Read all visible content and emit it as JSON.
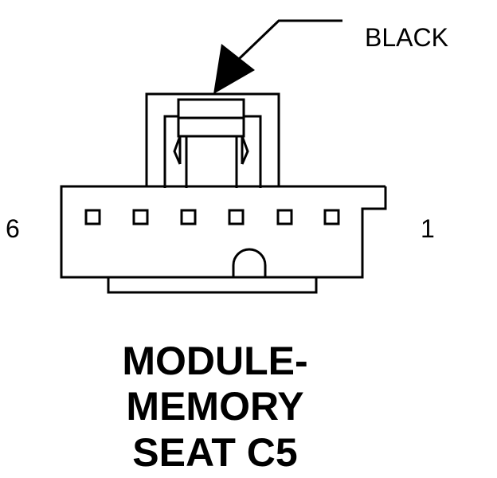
{
  "callout": {
    "color_label": "BLACK"
  },
  "pins": {
    "left_label": "6",
    "right_label": "1",
    "cavity_count": 6
  },
  "caption": {
    "line1": "MODULE-",
    "line2": "MEMORY",
    "line3": "SEAT C5"
  },
  "colors": {
    "ink": "#000000",
    "background": "#ffffff"
  }
}
